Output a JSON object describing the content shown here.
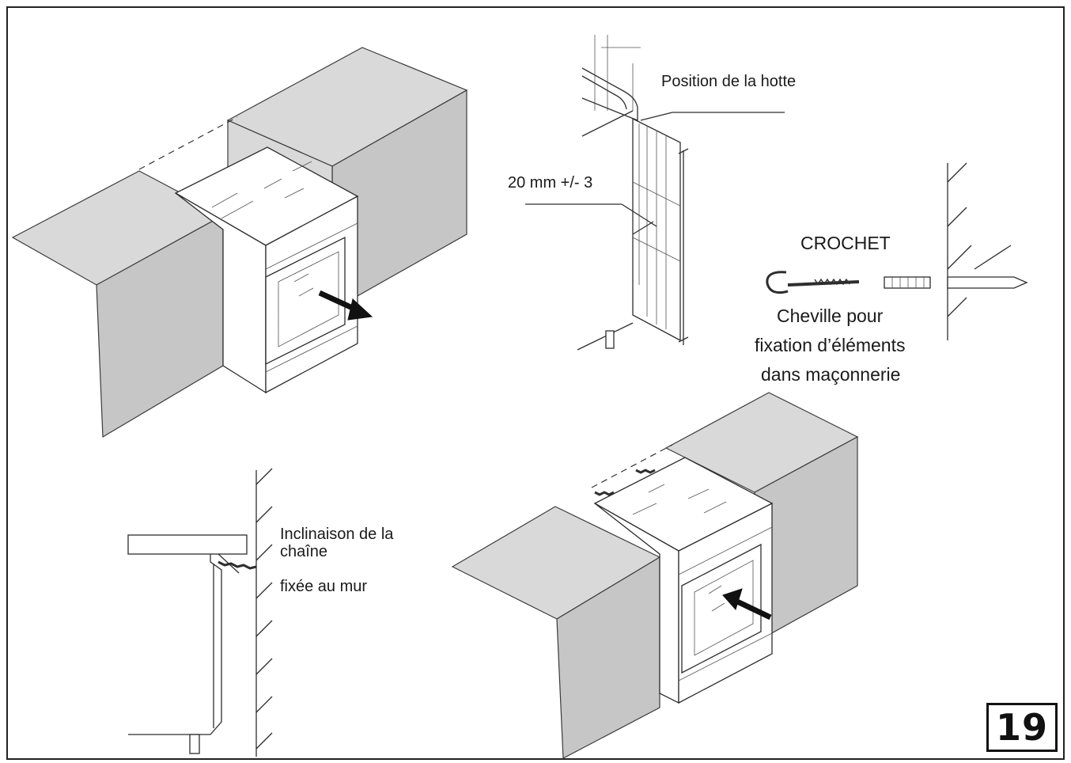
{
  "labels": {
    "hood_position": "Position de la hotte",
    "gap_tolerance": "20 mm +/- 3",
    "hook": "CROCHET",
    "plug_line1": "Cheville pour",
    "plug_line2": "fixation d’éléments",
    "plug_line3": "dans maçonnerie",
    "chain_line1": "Inclinaison de la",
    "chain_line2": "chaîne",
    "chain_line3": "fixée au mur"
  },
  "page_number": "19",
  "icons": {
    "hook": "screw-hook-icon",
    "wall_plug": "wall-plug-icon",
    "arrow_out": "pull-out-arrow-icon",
    "arrow_in": "push-in-arrow-icon"
  }
}
